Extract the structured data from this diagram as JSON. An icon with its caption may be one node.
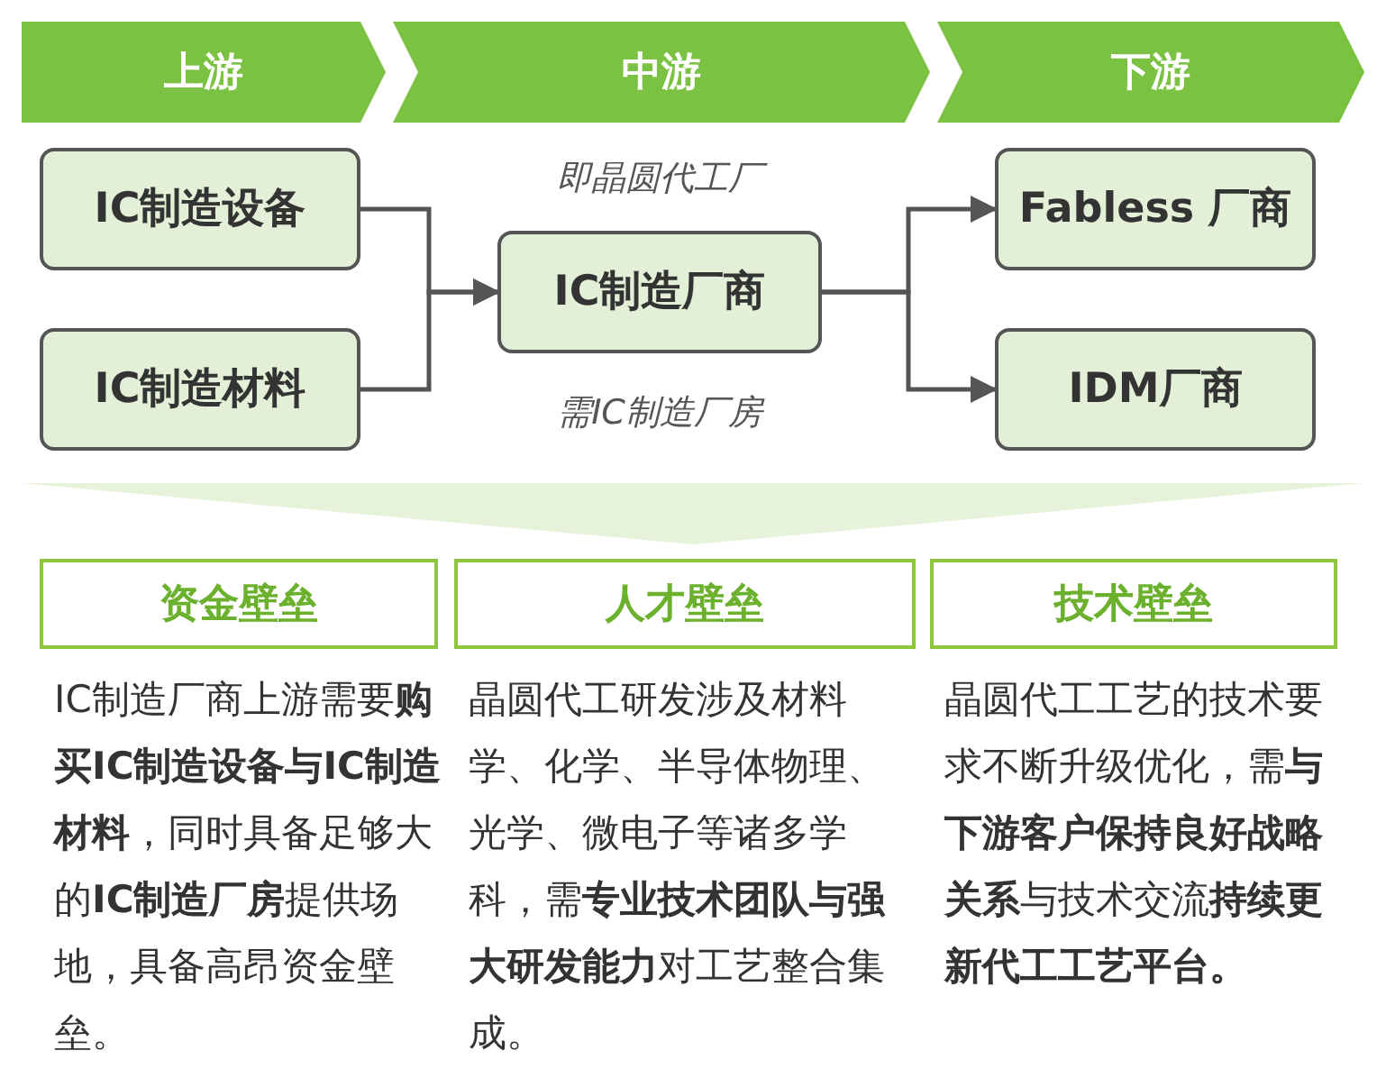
{
  "diagram": {
    "nodes": [
      {
        "text": [
          "上游"
        ]
      },
      {
        "text": [
          "中游"
        ]
      },
      {
        "text": [
          "下游"
        ]
      },
      {
        "text": [
          "IC制造设备"
        ]
      },
      {
        "text": [
          "IC制造材料"
        ]
      },
      {
        "text": [
          "IC制造厂商"
        ],
        "beside": [
          "即晶圆代工厂",
          "需IC制造厂房"
        ]
      },
      {
        "text": [
          "Fabless 厂商"
        ]
      },
      {
        "text": [
          "IDM厂商"
        ]
      },
      {
        "text": [],
        "shape": "triangle"
      },
      {
        "text": [
          "资金壁垒"
        ],
        "beside": [
          "IC制造厂商上游需要**购买IC制造设备与IC制造材料**，同时具备足够大的**IC制造厂房**提供场地，具备高昂资金壁垒。"
        ]
      },
      {
        "text": [
          "人才壁垒"
        ],
        "beside": [
          "晶圆代工研发涉及材料学、化学、半导体物理、光学、微电子等诸多学科，需**专业技术团队与强大研发能力**对工艺整合集成。"
        ]
      },
      {
        "text": [
          "技术壁垒"
        ],
        "beside": [
          "晶圆代工工艺的技术要求不断升级优化，需**与下游客户保持良好战略关系**与技术交流**持续更新代工工艺平台。**"
        ]
      }
    ],
    "edges": [
      {
        "from": 3,
        "to": 5,
        "arrow": "to"
      },
      {
        "from": 4,
        "to": 5,
        "arrow": "to"
      },
      {
        "from": 5,
        "to": 6,
        "arrow": "to"
      },
      {
        "from": 5,
        "to": 7,
        "arrow": "to"
      }
    ]
  }
}
